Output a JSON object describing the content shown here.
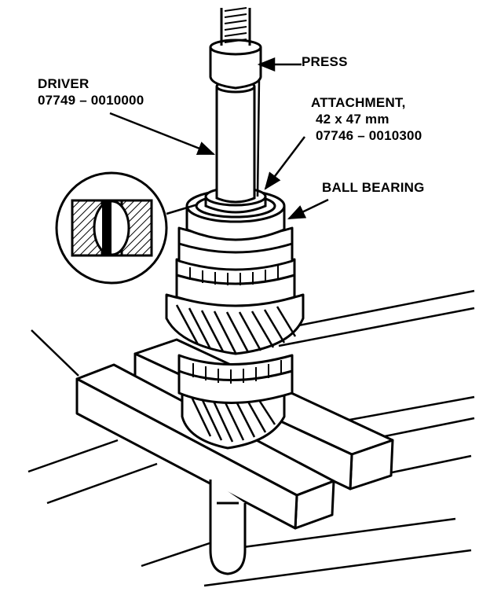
{
  "labels": {
    "press": "PRESS",
    "driver": {
      "name": "DRIVER",
      "part_number": "07749 – 0010000"
    },
    "attachment": {
      "name": "ATTACHMENT,",
      "size": "42 x 47 mm",
      "part_number": "07746 – 0010300"
    },
    "ball_bearing": "BALL BEARING"
  }
}
